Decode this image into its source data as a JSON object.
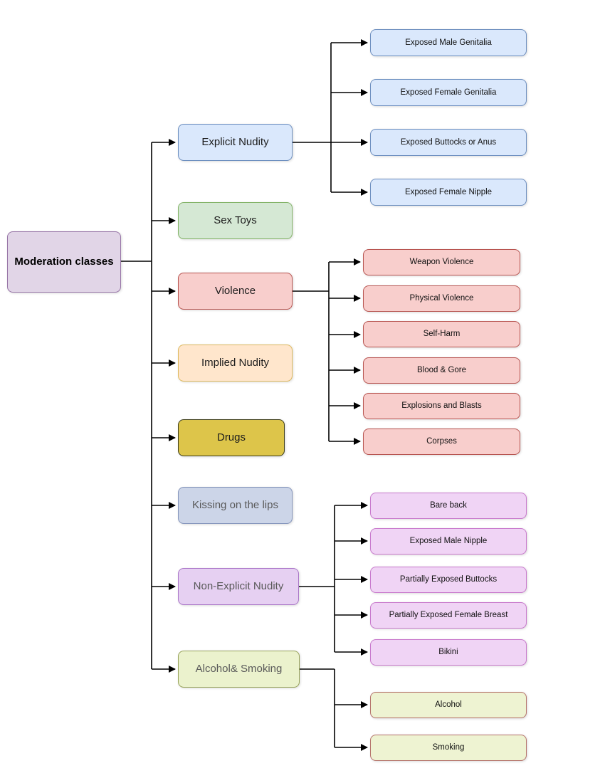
{
  "root": {
    "label": "Moderation classes"
  },
  "categories": [
    {
      "label": "Explicit Nudity",
      "fill": "#dae8fc",
      "stroke": "#6c8ebf"
    },
    {
      "label": "Sex Toys",
      "fill": "#d5e8d4",
      "stroke": "#82b366"
    },
    {
      "label": "Violence",
      "fill": "#f8cecc",
      "stroke": "#b85450"
    },
    {
      "label": "Implied Nudity",
      "fill": "#ffe6cc",
      "stroke": "#ddb95d"
    },
    {
      "label": "Drugs",
      "fill": "#ddc54a",
      "stroke": "#3d3d1a"
    },
    {
      "label": "Kissing on the lips",
      "fill": "#ccd5e8",
      "stroke": "#8494bb"
    },
    {
      "label": "Non-Explicit Nudity",
      "fill": "#e6d0f2",
      "stroke": "#aa76c8"
    },
    {
      "label": "Alcohol& Smoking",
      "fill": "#ebf2cd",
      "stroke": "#97a25a"
    }
  ],
  "children": {
    "explicit_nudity": [
      "Exposed Male Genitalia",
      "Exposed Female Genitalia",
      "Exposed Buttocks or Anus",
      "Exposed Female Nipple"
    ],
    "violence": [
      "Weapon Violence",
      "Physical Violence",
      "Self-Harm",
      "Blood & Gore",
      "Explosions and Blasts",
      "Corpses"
    ],
    "non_explicit_nudity": [
      "Bare back",
      "Exposed Male Nipple",
      "Partially Exposed Buttocks",
      "Partially Exposed Female Breast",
      "Bikini"
    ],
    "alcohol_smoking": [
      "Alcohol",
      "Smoking"
    ]
  },
  "colors": {
    "background": "#ffffff",
    "connector": "#000000",
    "root_fill": "#e1d5e7",
    "root_stroke": "#9673a6",
    "explicit_children_fill": "#dae8fc",
    "violence_children_fill": "#f8cecc",
    "non_explicit_children_fill": "#f0d4f5",
    "alcohol_children_fill": "#eef3d2"
  }
}
